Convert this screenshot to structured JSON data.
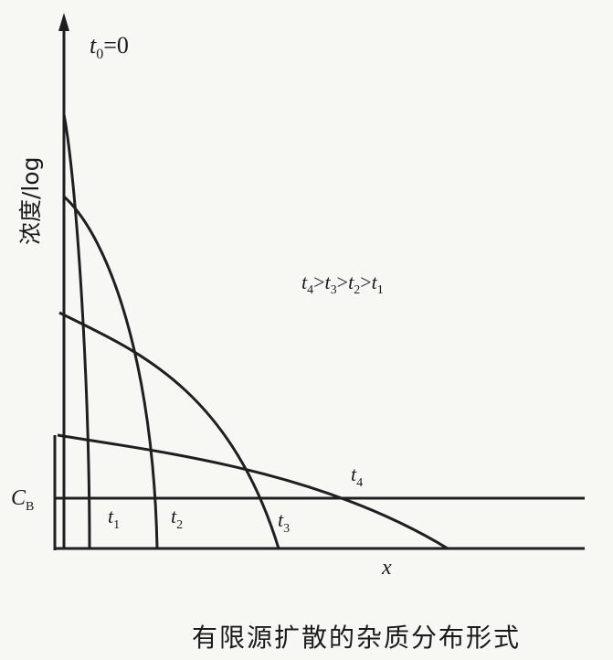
{
  "figure": {
    "y_axis_label": "浓度/log",
    "x_axis_label": "x",
    "background_level_label": "C",
    "background_level_sub": "B",
    "t0_label": {
      "t": "t",
      "sub": "0",
      "rest": "=0"
    },
    "ordering_note": {
      "t4": "4",
      "t3": "3",
      "t2": "2",
      "t1": "1"
    },
    "curve_labels": [
      {
        "name": "t1",
        "t": "t",
        "sub": "1"
      },
      {
        "name": "t2",
        "t": "t",
        "sub": "2"
      },
      {
        "name": "t3",
        "t": "t",
        "sub": "3"
      },
      {
        "name": "t4",
        "t": "t",
        "sub": "4"
      }
    ],
    "line_color": "#1f1f1f"
  },
  "caption": "有限源扩散的杂质分布形式"
}
